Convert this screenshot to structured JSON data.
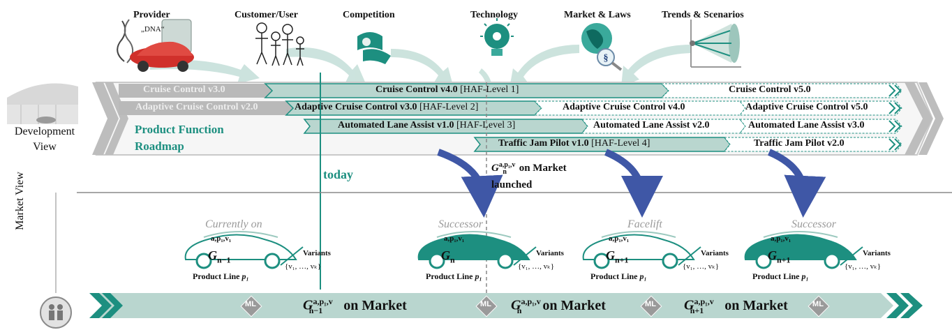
{
  "influences": [
    {
      "label": "Provider",
      "dna": "„DNA“"
    },
    {
      "label": "Customer/User"
    },
    {
      "label": "Competition"
    },
    {
      "label": "Technology"
    },
    {
      "label": "Market & Laws"
    },
    {
      "label": "Trends & Scenarios"
    }
  ],
  "left": {
    "dev_view_line1": "Development",
    "dev_view_line2": "View",
    "roadmap_line1": "Product Function",
    "roadmap_line2": "Roadmap",
    "market_view": "Market View"
  },
  "roadmap": {
    "row1": {
      "past": "Cruise Control v3.0",
      "current": "Cruise Control v4.0",
      "current_level": " [HAF-Level 1]",
      "future1": "Cruise Control v5.0"
    },
    "row2": {
      "past": "Adaptive Cruise Control v2.0",
      "current": "Adaptive Cruise Control v3.0",
      "current_level": " [HAF-Level 2]",
      "future1": "Adaptive Cruise Control v4.0",
      "future2": "Adaptive Cruise Control v5.0"
    },
    "row3": {
      "current": "Automated Lane Assist v1.0",
      "current_level": " [HAF-Level 3]",
      "future1": "Automated Lane Assist v2.0",
      "future2": "Automated Lane Assist v3.0"
    },
    "row4": {
      "current": "Traffic Jam Pilot v1.0",
      "current_level": " [HAF-Level 4]",
      "future1": "Traffic Jam Pilot v2.0"
    }
  },
  "today": "today",
  "launch": {
    "symbol": "G",
    "sup": "a,p₁,v",
    "sub": "n",
    "line1": " on Market",
    "line2": "launched"
  },
  "products": [
    {
      "phase": "Currently on",
      "sub": "n−1",
      "line_label": "Product Line ",
      "line_var": "p₁",
      "variants": "Variants",
      "variant_set": "{v₁, …, vₖ}"
    },
    {
      "phase": "Successor",
      "sub": "n",
      "line_label": "Product Line ",
      "line_var": "p₁",
      "variants": "Variants",
      "variant_set": "{v₁, …, vₖ}"
    },
    {
      "phase": "Facelift",
      "sub": "n+1",
      "line_label": "Product Line ",
      "line_var": "p₁",
      "variants": "Variants",
      "variant_set": "{v₁, …, vₖ}"
    },
    {
      "phase": "Successor",
      "sub": "n+1",
      "line_label": "Product Line ",
      "line_var": "p₁",
      "variants": "Variants",
      "variant_set": "{v₁, …, vₖ}"
    }
  ],
  "car_superscript": "a,p₁,v₁",
  "timeline": {
    "milestone": "ML",
    "symbol": "G",
    "sup": "a,p₁,v",
    "segments": [
      {
        "sub": "n−1",
        "text": "on Market"
      },
      {
        "sub": "n",
        "text": "on Market"
      },
      {
        "sub": "n+1",
        "text": "on Market"
      }
    ]
  },
  "colors": {
    "teal": "#1d8f80",
    "light_teal": "#b9d6cf",
    "gray": "#b9b9b9",
    "arrow_blue": "#3f57a6"
  }
}
